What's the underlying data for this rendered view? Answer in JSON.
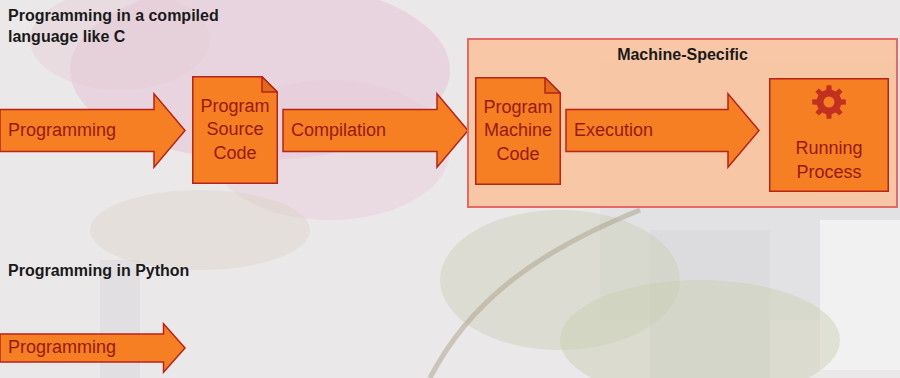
{
  "diagram": {
    "nodes": [
      {
        "text": [
          "Programming"
        ]
      },
      {
        "text": [
          "Program Source Code"
        ]
      },
      {
        "text": [
          "Compilation"
        ]
      },
      {
        "text": [
          "Machine-Specific"
        ]
      },
      {
        "text": [
          "Program Machine Code"
        ],
        "in": 3
      },
      {
        "text": [
          "Execution"
        ],
        "in": 3
      },
      {
        "text": [
          "Running Process"
        ],
        "in": 3
      },
      {
        "text": [
          "Programming"
        ]
      }
    ],
    "labels": [
      "Programming in a compiled language like C",
      "Programming in Python"
    ]
  }
}
